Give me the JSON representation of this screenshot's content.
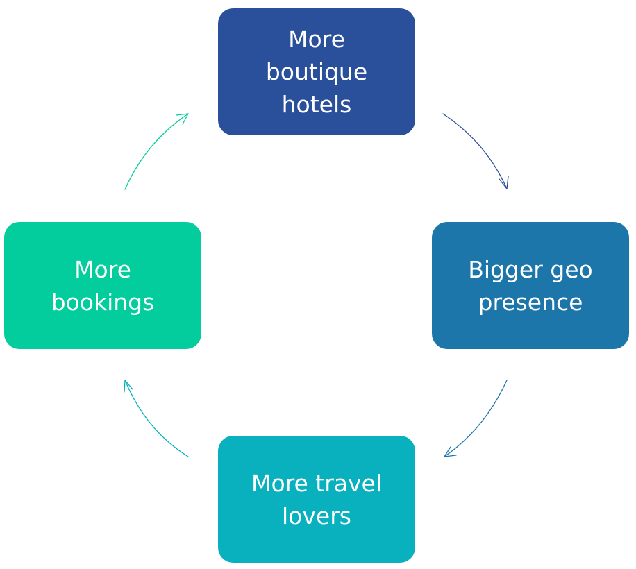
{
  "diagram": {
    "nodes": [
      {
        "id": "top",
        "label": "More\nboutique\nhotels",
        "color": "#2a4f9b"
      },
      {
        "id": "right",
        "label": "Bigger geo\npresence",
        "color": "#1d76aa"
      },
      {
        "id": "bottom",
        "label": "More travel\nlovers",
        "color": "#08b1bd"
      },
      {
        "id": "left",
        "label": "More\nbookings",
        "color": "#03cd9c"
      }
    ],
    "arrows": [
      {
        "from": "top",
        "to": "right",
        "color": "#2a4f9b"
      },
      {
        "from": "right",
        "to": "bottom",
        "color": "#1d76aa"
      },
      {
        "from": "bottom",
        "to": "left",
        "color": "#08b1bd"
      },
      {
        "from": "left",
        "to": "top",
        "color": "#03cd9c"
      }
    ],
    "accent_line_color": "#8a7fb3"
  }
}
